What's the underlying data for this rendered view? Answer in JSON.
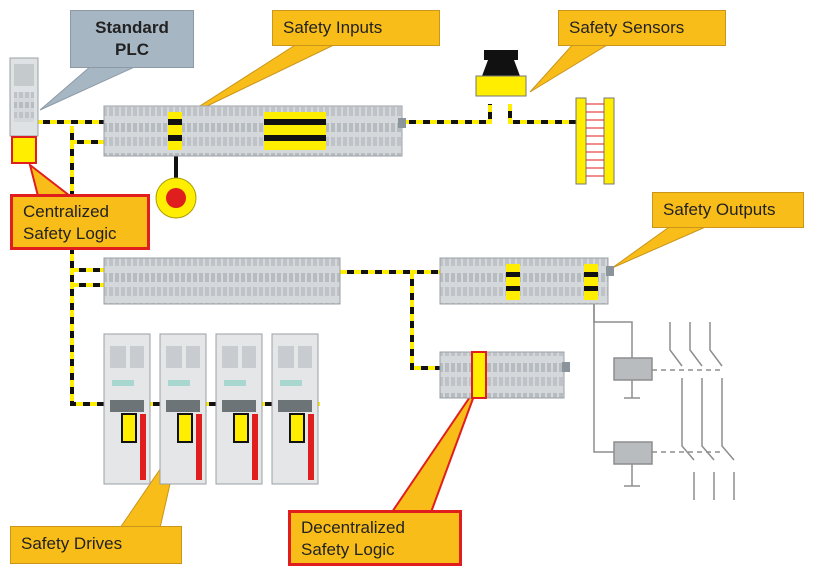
{
  "labels": {
    "standard_plc": [
      "Standard",
      "PLC"
    ],
    "safety_inputs": "Safety Inputs",
    "safety_sensors": "Safety Sensors",
    "centralized_safety_logic": [
      "Centralized",
      "Safety Logic"
    ],
    "safety_outputs": "Safety Outputs",
    "safety_drives": "Safety Drives",
    "decentralized_safety_logic": [
      "Decentralized",
      "Safety Logic"
    ]
  },
  "colors": {
    "callout_fill": "#f9bd19",
    "callout_highlight_border": "#e01e1e",
    "plc_callout_fill": "#a7b6c3",
    "safety_marker": "#ffee00",
    "cable": "#111111",
    "module_gray": "#d7dadc"
  }
}
